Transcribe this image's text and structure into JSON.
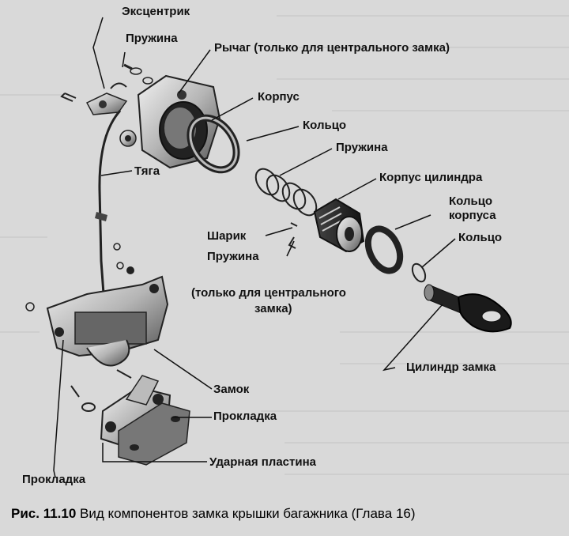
{
  "labels": {
    "eccentric": "Эксцентрик",
    "spring_top": "Пружина",
    "lever": "Рычаг (только для центрального замка)",
    "housing": "Корпус",
    "ring_top": "Кольцо",
    "spring_mid": "Пружина",
    "cylinder_housing": "Корпус цилиндра",
    "rod": "Тяга",
    "housing_ring_1": "Кольцо",
    "housing_ring_2": "корпуса",
    "ring_small": "Кольцо",
    "ball": "Шарик",
    "spring_ball": "Пружина",
    "central_note_1": "(только для центрального",
    "central_note_2": "замка)",
    "lock_cylinder": "Цилиндр замка",
    "lock": "Замок",
    "gasket_right": "Прокладка",
    "striker_plate": "Ударная пластина",
    "gasket_left": "Прокладка"
  },
  "caption": {
    "number": "Рис. 11.10",
    "text": "Вид компонентов замка крышки багажника (Глава 16)"
  }
}
